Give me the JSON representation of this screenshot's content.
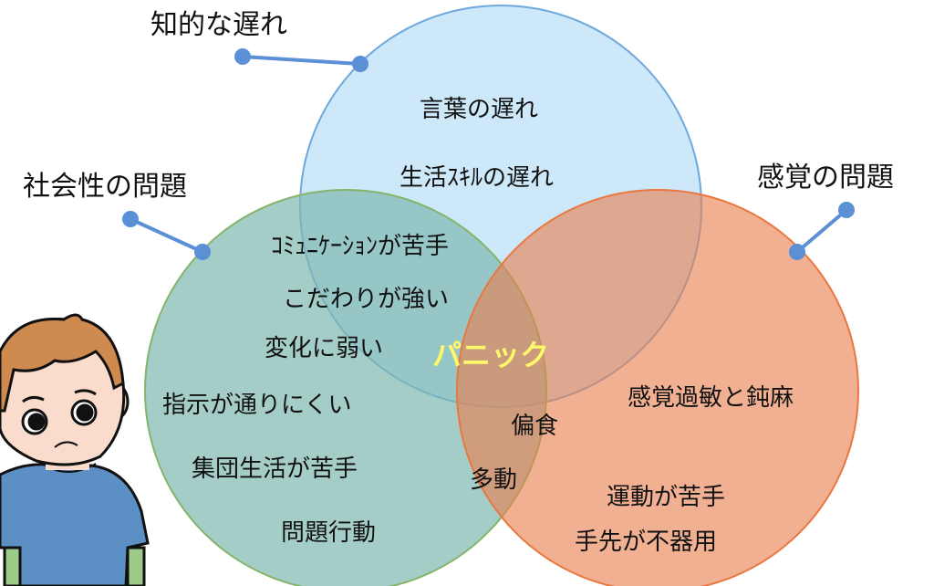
{
  "categories": {
    "intellectual": {
      "label": "知的な遅れ",
      "color": "#c9e7f9",
      "stroke": "#6fa8dc"
    },
    "social": {
      "label": "社会性の問題",
      "color": "#9fcbc3",
      "stroke": "#84b46a"
    },
    "sensory": {
      "label": "感覚の問題",
      "color": "#efa07c",
      "stroke": "#e9773f"
    }
  },
  "items": {
    "intellectual": [
      "言葉の遅れ",
      "生活ｽｷﾙの遅れ"
    ],
    "intellectual_social": [
      "ｺﾐｭﾆｹｰｼｮﾝが苦手",
      "こだわりが強い",
      "変化に弱い"
    ],
    "center": "パニック",
    "center_color": "#fff86a",
    "social": [
      "指示が通りにくい",
      "集団生活が苦手",
      "問題行動"
    ],
    "social_sensory": [
      "偏食",
      "多動"
    ],
    "sensory": [
      "感覚過敏と鈍麻",
      "運動が苦手",
      "手先が不器用"
    ]
  },
  "connector_color": "#5b8fd6"
}
